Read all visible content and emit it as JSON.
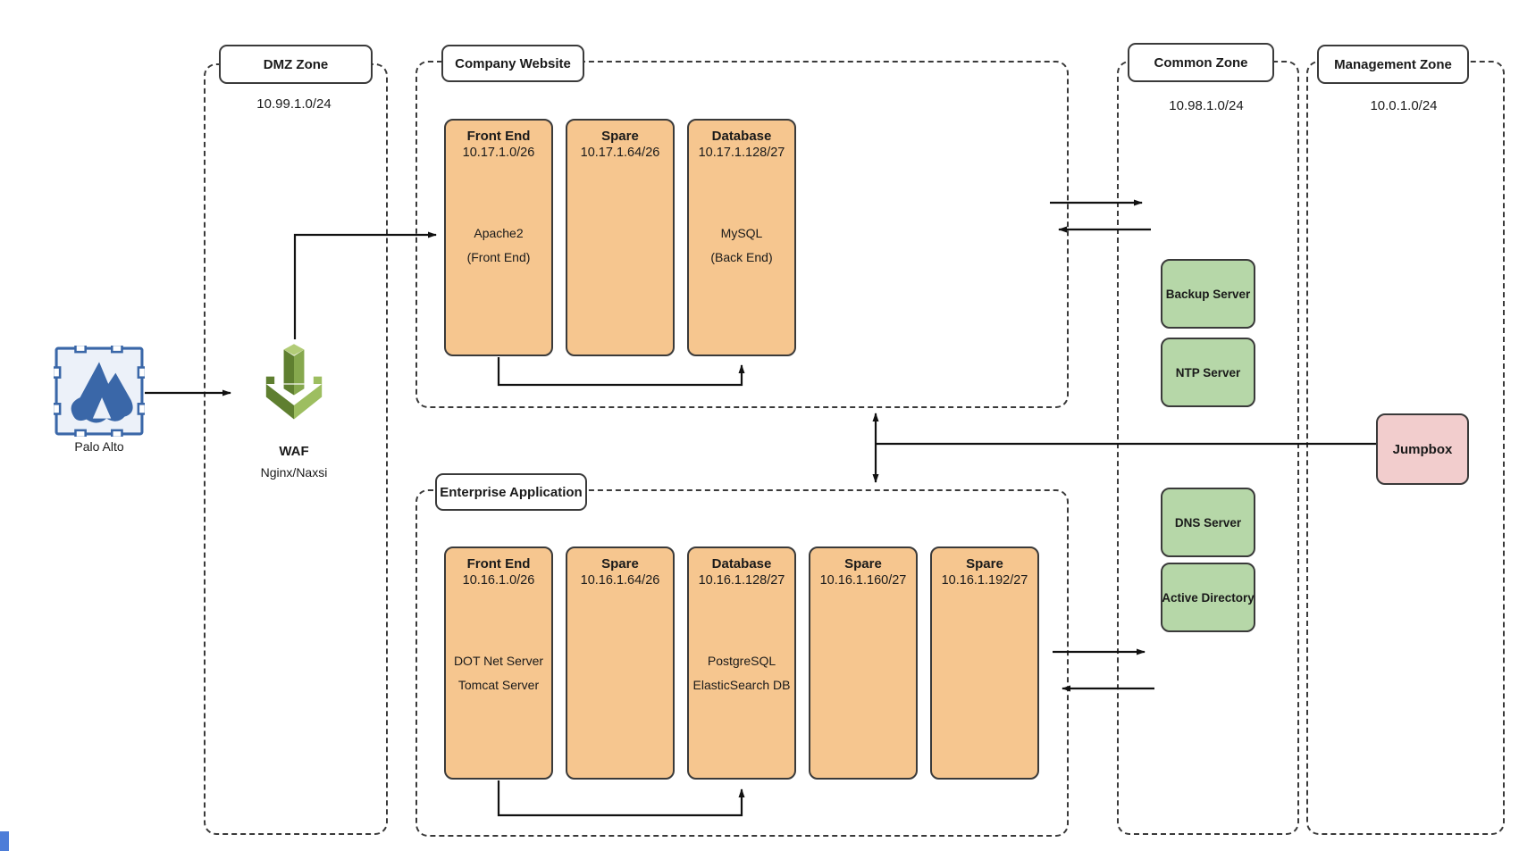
{
  "zones": {
    "dmz": {
      "title": "DMZ Zone",
      "subnet": "10.99.1.0/24"
    },
    "company": {
      "title": "Company Website"
    },
    "enterprise": {
      "title": "Enterprise Application"
    },
    "common": {
      "title": "Common Zone",
      "subnet": "10.98.1.0/24"
    },
    "management": {
      "title": "Management Zone",
      "subnet": "10.0.1.0/24"
    }
  },
  "devices": {
    "palo_alto": {
      "label": "Palo Alto"
    },
    "waf": {
      "label": "WAF",
      "sublabel": "Nginx/Naxsi"
    },
    "jumpbox": {
      "label": "Jumpbox"
    }
  },
  "company_boxes": [
    {
      "title": "Front End",
      "subnet": "10.17.1.0/26",
      "body": [
        "Apache2",
        "(Front End)"
      ]
    },
    {
      "title": "Spare",
      "subnet": "10.17.1.64/26",
      "body": []
    },
    {
      "title": "Database",
      "subnet": "10.17.1.128/27",
      "body": [
        "MySQL",
        "(Back End)"
      ]
    }
  ],
  "enterprise_boxes": [
    {
      "title": "Front End",
      "subnet": "10.16.1.0/26",
      "body": [
        "DOT Net Server",
        "Tomcat Server"
      ]
    },
    {
      "title": "Spare",
      "subnet": "10.16.1.64/26",
      "body": []
    },
    {
      "title": "Database",
      "subnet": "10.16.1.128/27",
      "body": [
        "PostgreSQL",
        "ElasticSearch DB"
      ]
    },
    {
      "title": "Spare",
      "subnet": "10.16.1.160/27",
      "body": []
    },
    {
      "title": "Spare",
      "subnet": "10.16.1.192/27",
      "body": []
    }
  ],
  "common_servers": [
    {
      "label": "Backup Server"
    },
    {
      "label": "NTP Server"
    },
    {
      "label": "DNS Server"
    },
    {
      "label": "Active Directory"
    }
  ],
  "colors": {
    "box_orange": "#F6C68F",
    "box_green": "#B6D7A8",
    "box_pink": "#F2CDCD",
    "shape_border": "#3A3A3A",
    "palo_alto_blue": "#3A67A8",
    "palo_alto_bg": "#ECF1F9",
    "waf_dark_green": "#5F7F30",
    "waf_light_green": "#9DBE60",
    "wire_black": "#111111"
  }
}
